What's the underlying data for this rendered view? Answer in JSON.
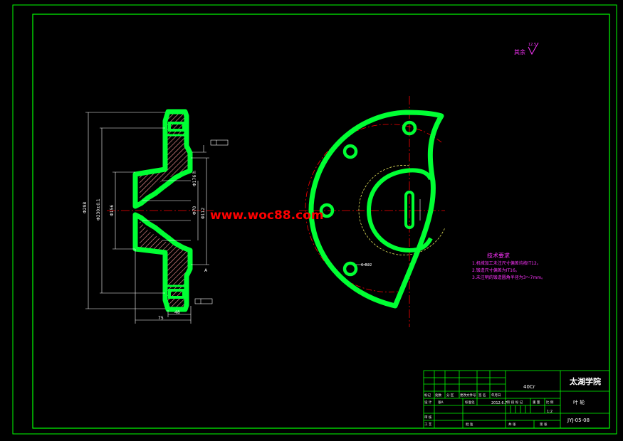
{
  "colors": {
    "background": "#000000",
    "frame": "#00ff00",
    "part_outline": "#00ff33",
    "dimension": "#ffffff",
    "centerline": "#ff0000",
    "hatch": "#ff9999",
    "notes": "#ff33ff",
    "watermark": "#ff0000",
    "arc": "#ffff66",
    "titleblock_text": "#ffffff"
  },
  "watermark": {
    "text": "www.woc88.com"
  },
  "roughness_note": {
    "label": "其余",
    "value": "12.5"
  },
  "tech_requirements": {
    "title": "技术要求",
    "lines": [
      "1.机械加工未注尺寸偏差均按IT12。",
      "2.锻造尺寸偏差为IT16。",
      "3.未注明的锻造圆角半径为3～7mm。"
    ]
  },
  "titleblock": {
    "material": "40Cr",
    "school": "太湖学院",
    "part_name": "叶 轮",
    "drawing_no": "JYJ-05-08",
    "scale": "1:2",
    "date": "2012.6.7",
    "row_labels": [
      "标记",
      "处数",
      "分 区",
      "更改文件号",
      "签 名",
      "年月日"
    ],
    "design_label": "设 计",
    "design_name": "张A",
    "std_label": "标准化",
    "stage_labels": [
      "阶 段 标 记",
      "重 量",
      "比 例"
    ],
    "check_label": "审 核",
    "process_label": "工 艺",
    "approve_label": "批 准",
    "sheet_labels": [
      "共 张",
      "第 张"
    ]
  },
  "dimensions": {
    "d1": "Φ298",
    "d2": "Φ230±0.1",
    "d3": "Φ156",
    "d4": "Φ70",
    "d5": "Φ112",
    "d6": "Φ176 h",
    "len1": "75",
    "len2": "48",
    "hole_dim": "6-Φ22"
  },
  "markers": {
    "datum": "A"
  }
}
